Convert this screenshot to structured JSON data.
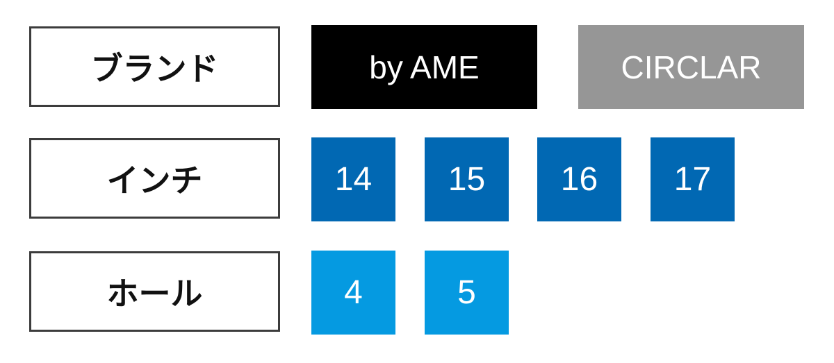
{
  "rows": {
    "brand": {
      "label": "ブランド",
      "options": [
        "by AME",
        "CIRCLAR"
      ],
      "option_colors": [
        "#000000",
        "#969696"
      ]
    },
    "inch": {
      "label": "インチ",
      "options": [
        "14",
        "15",
        "16",
        "17"
      ],
      "color": "#0168b3"
    },
    "hole": {
      "label": "ホール",
      "options": [
        "4",
        "5"
      ],
      "color": "#059ae1"
    }
  }
}
